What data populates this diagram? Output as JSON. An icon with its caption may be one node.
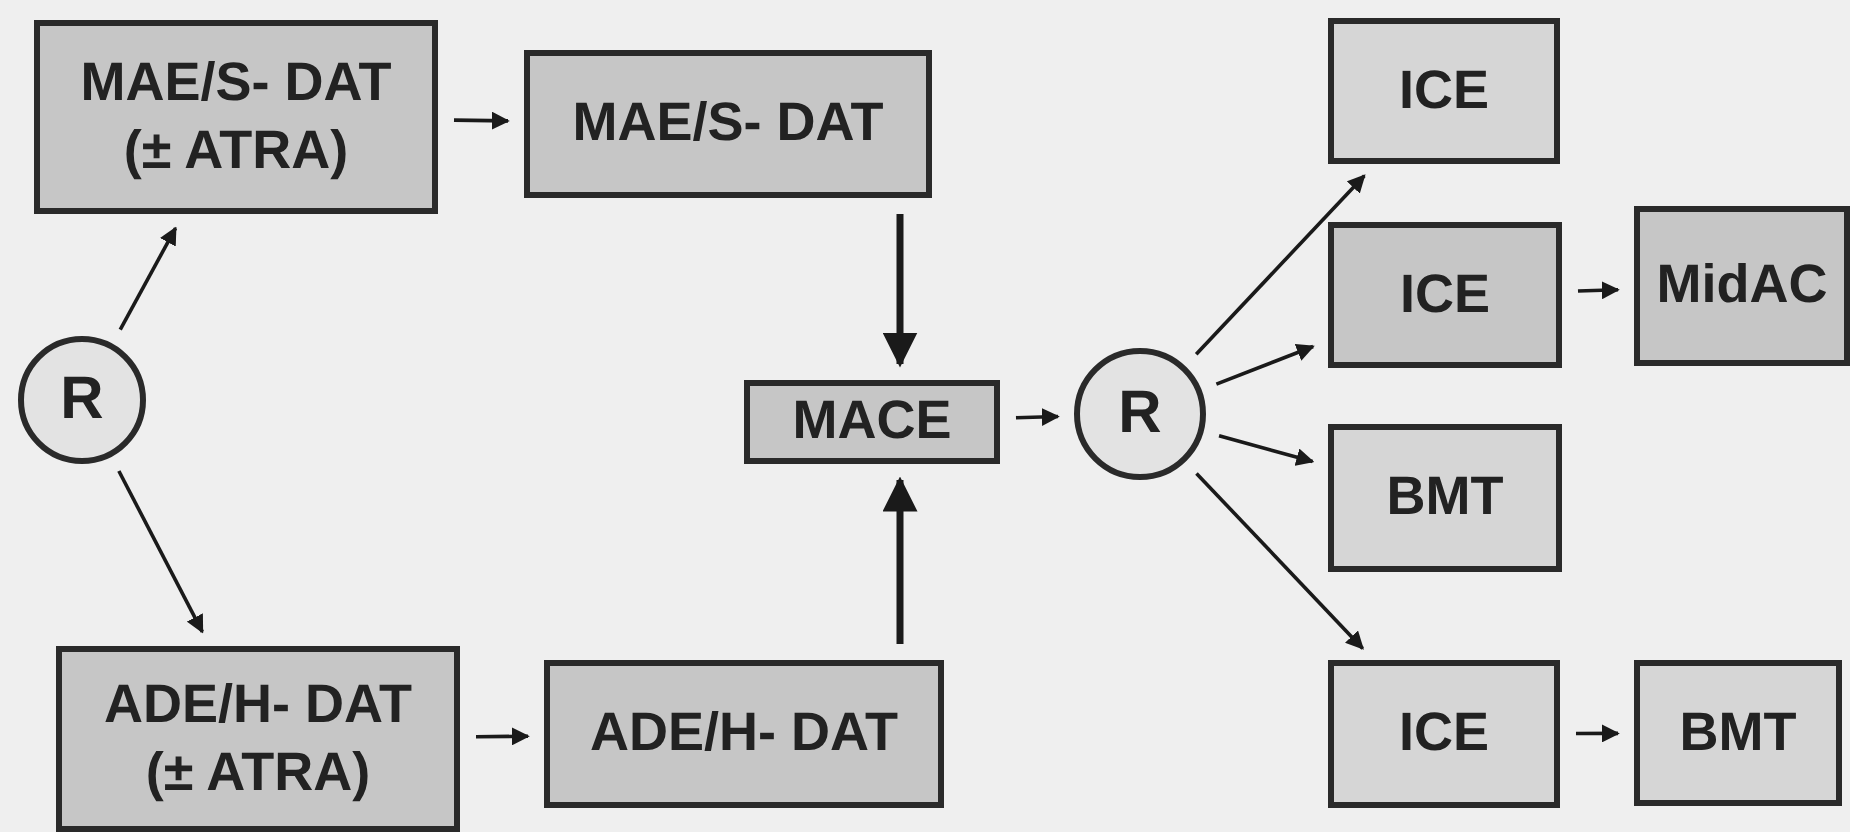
{
  "diagram": {
    "nodes": [
      {
        "text": [
          "R"
        ]
      },
      {
        "text": [
          "MAE/S- DAT (± ATRA)"
        ]
      },
      {
        "text": [
          "MAE/S- DAT"
        ]
      },
      {
        "text": [
          "ADE/H- DAT (± ATRA)"
        ]
      },
      {
        "text": [
          "ADE/H- DAT"
        ]
      },
      {
        "text": [
          "MACE"
        ]
      },
      {
        "text": [
          "R"
        ]
      },
      {
        "text": [
          "ICE"
        ]
      },
      {
        "text": [
          "ICE"
        ]
      },
      {
        "text": [
          "MidAC"
        ]
      },
      {
        "text": [
          "BMT"
        ]
      },
      {
        "text": [
          "ICE"
        ]
      },
      {
        "text": [
          "BMT"
        ]
      }
    ],
    "edges": [
      {
        "from": 0,
        "to": 1,
        "arrow": "to"
      },
      {
        "from": 0,
        "to": 3,
        "arrow": "to"
      },
      {
        "from": 1,
        "to": 2,
        "arrow": "to"
      },
      {
        "from": 3,
        "to": 4,
        "arrow": "to"
      },
      {
        "from": 2,
        "to": 5,
        "arrow": "to",
        "style": "thick"
      },
      {
        "from": 4,
        "to": 5,
        "arrow": "to",
        "style": "thick"
      },
      {
        "from": 5,
        "to": 6,
        "arrow": "to"
      },
      {
        "from": 6,
        "to": 7,
        "arrow": "to"
      },
      {
        "from": 6,
        "to": 8,
        "arrow": "to"
      },
      {
        "from": 6,
        "to": 10,
        "arrow": "to"
      },
      {
        "from": 6,
        "to": 11,
        "arrow": "to"
      },
      {
        "from": 8,
        "to": 9,
        "arrow": "to"
      },
      {
        "from": 11,
        "to": 12,
        "arrow": "to"
      }
    ]
  }
}
